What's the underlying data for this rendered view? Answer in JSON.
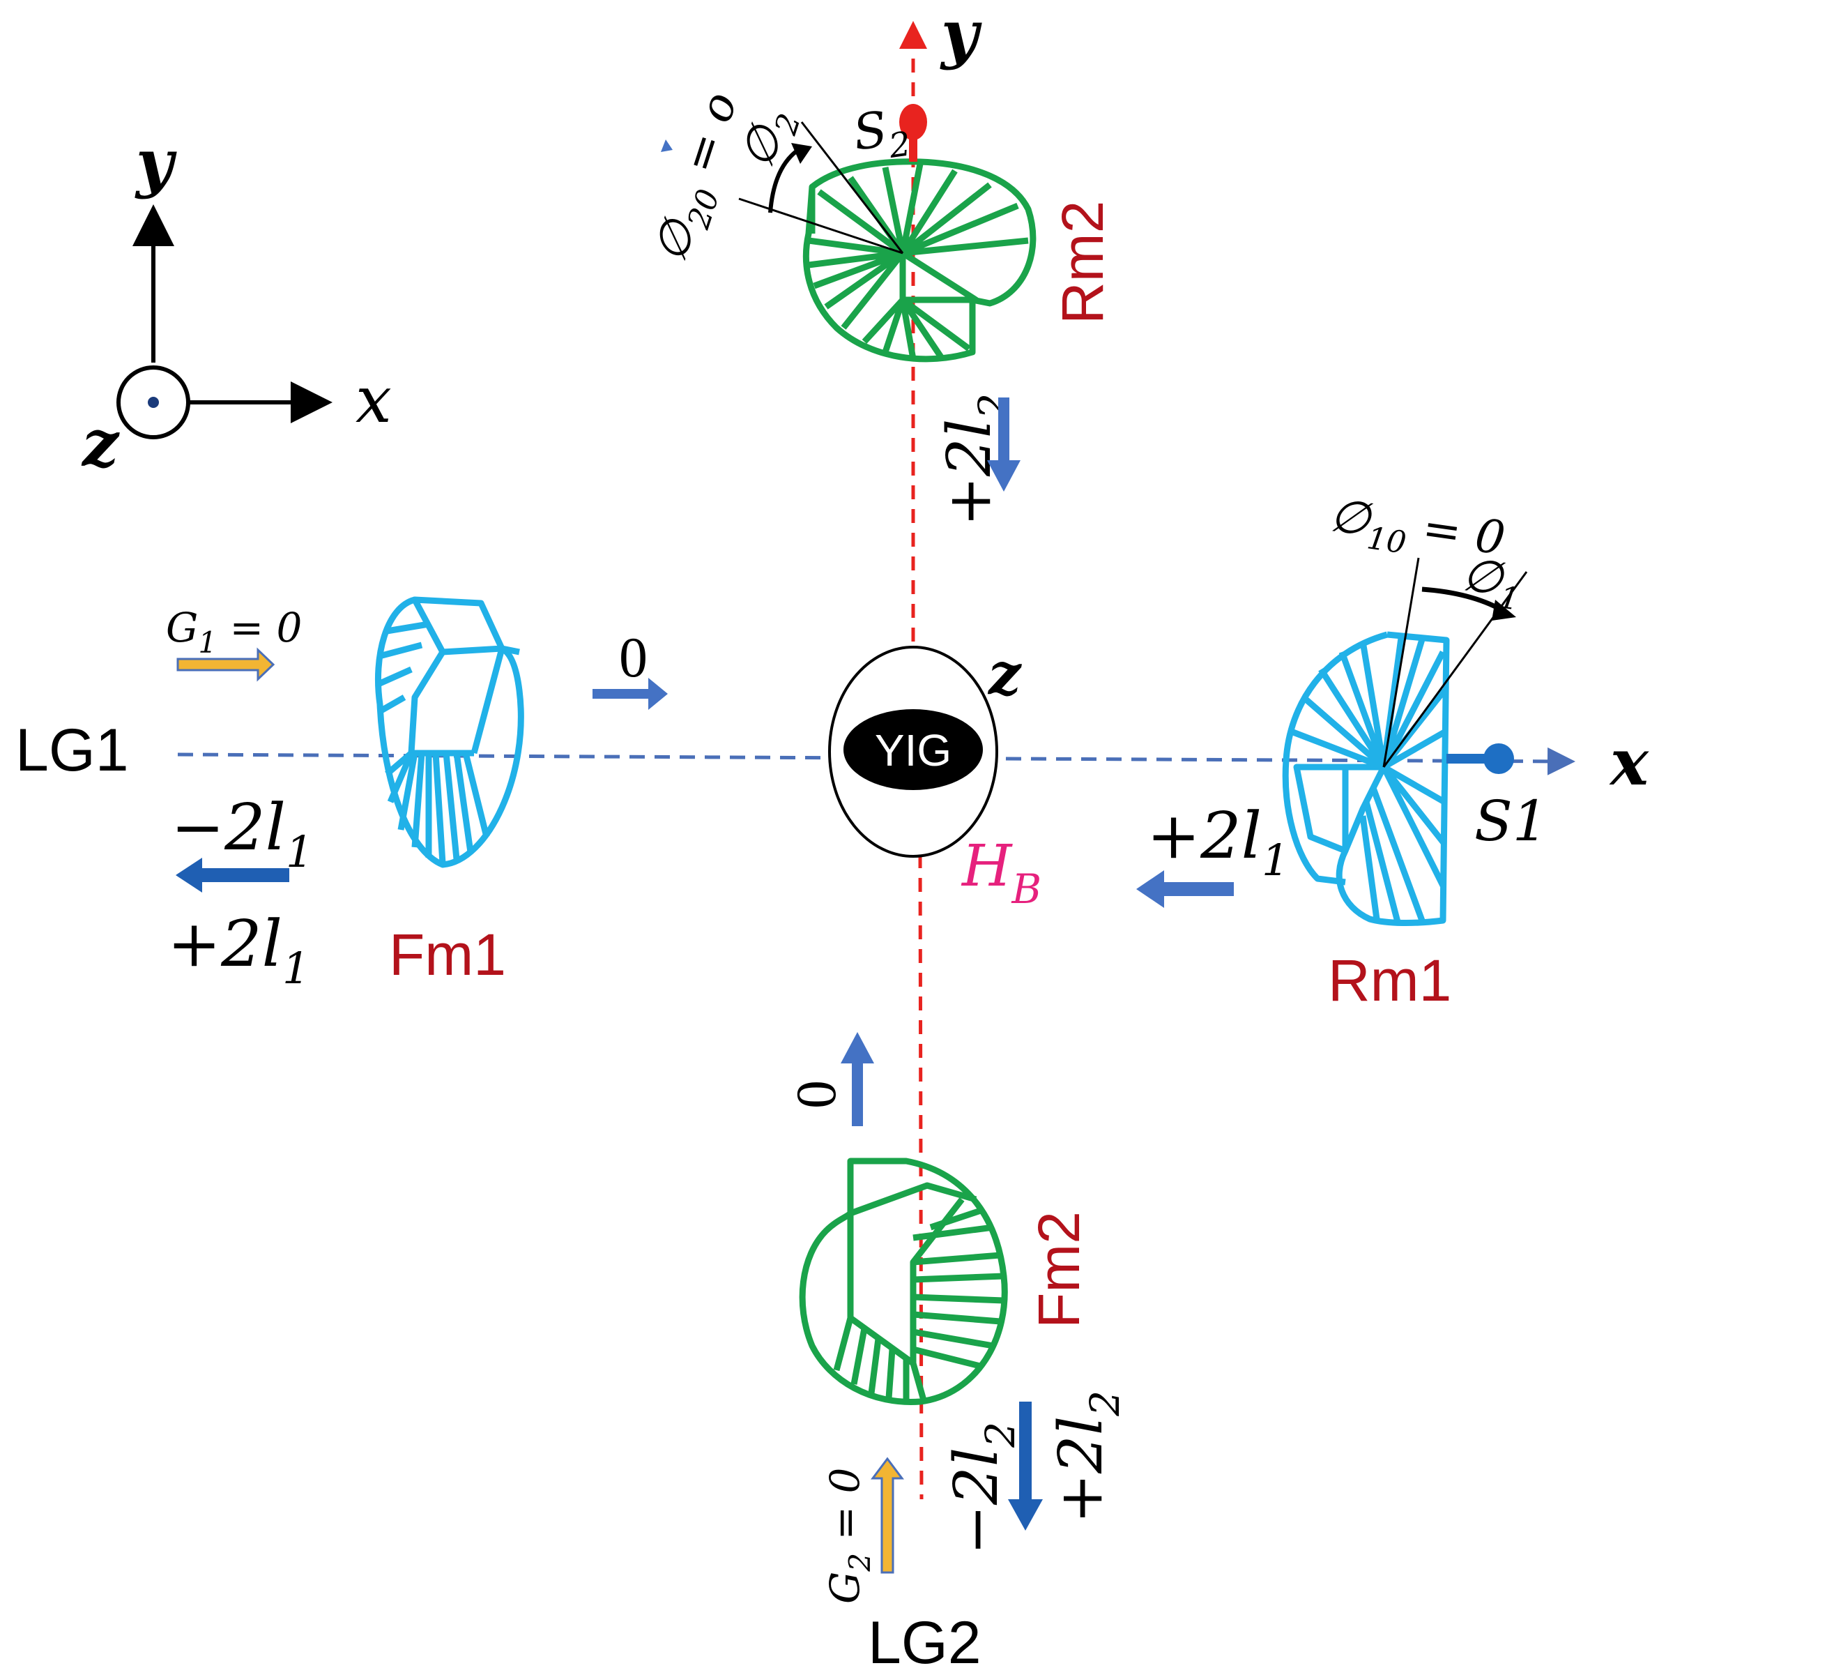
{
  "axes_icon": {
    "y": "y",
    "x": "x",
    "z": "z"
  },
  "axis_labels": {
    "x": "x",
    "y": "y"
  },
  "center": {
    "label": "YIG",
    "z": "z",
    "field": "H",
    "field_sub": "B"
  },
  "beam1": {
    "name": "LG1",
    "gain": "G",
    "gain_sub": "1",
    "gain_value": " = 0",
    "oam_zero": "0",
    "out_minus": "−2l",
    "out_plus": "+2l",
    "sub": "1",
    "reflected": "+2l"
  },
  "beam2": {
    "name": "LG2",
    "gain": "G",
    "gain_sub": "2",
    "gain_value": " = 0",
    "oam_zero": "0",
    "out_minus": "−2l",
    "out_plus": "+2l",
    "sub": "2",
    "reflected": "+2l"
  },
  "mirrors": {
    "fm1": "Fm1",
    "rm1": "Rm1",
    "fm2": "Fm2",
    "rm2": "Rm2"
  },
  "springs": {
    "s1": "S1",
    "s2": "S",
    "s2_sub": "2"
  },
  "angles": {
    "phi10": "∅",
    "phi10_sub": "10",
    "phi10_value": " = 0",
    "phi1": "∅",
    "phi1_sub": "1",
    "phi20": "∅",
    "phi20_sub": "20",
    "phi20_value": " = o",
    "phi2": "∅",
    "phi2_sub": "2"
  },
  "colors": {
    "blue_mirror": "#21b1e8",
    "green_mirror": "#1aa34a",
    "dark_red_label": "#b3121b",
    "red_axis": "#e8231f",
    "blue_axis": "#4a6fb8",
    "arrow_blue": "#4472c4",
    "arrow_dark_blue": "#1f5fb3",
    "arrow_yellow": "#f2b533",
    "magenta": "#e6217d"
  }
}
